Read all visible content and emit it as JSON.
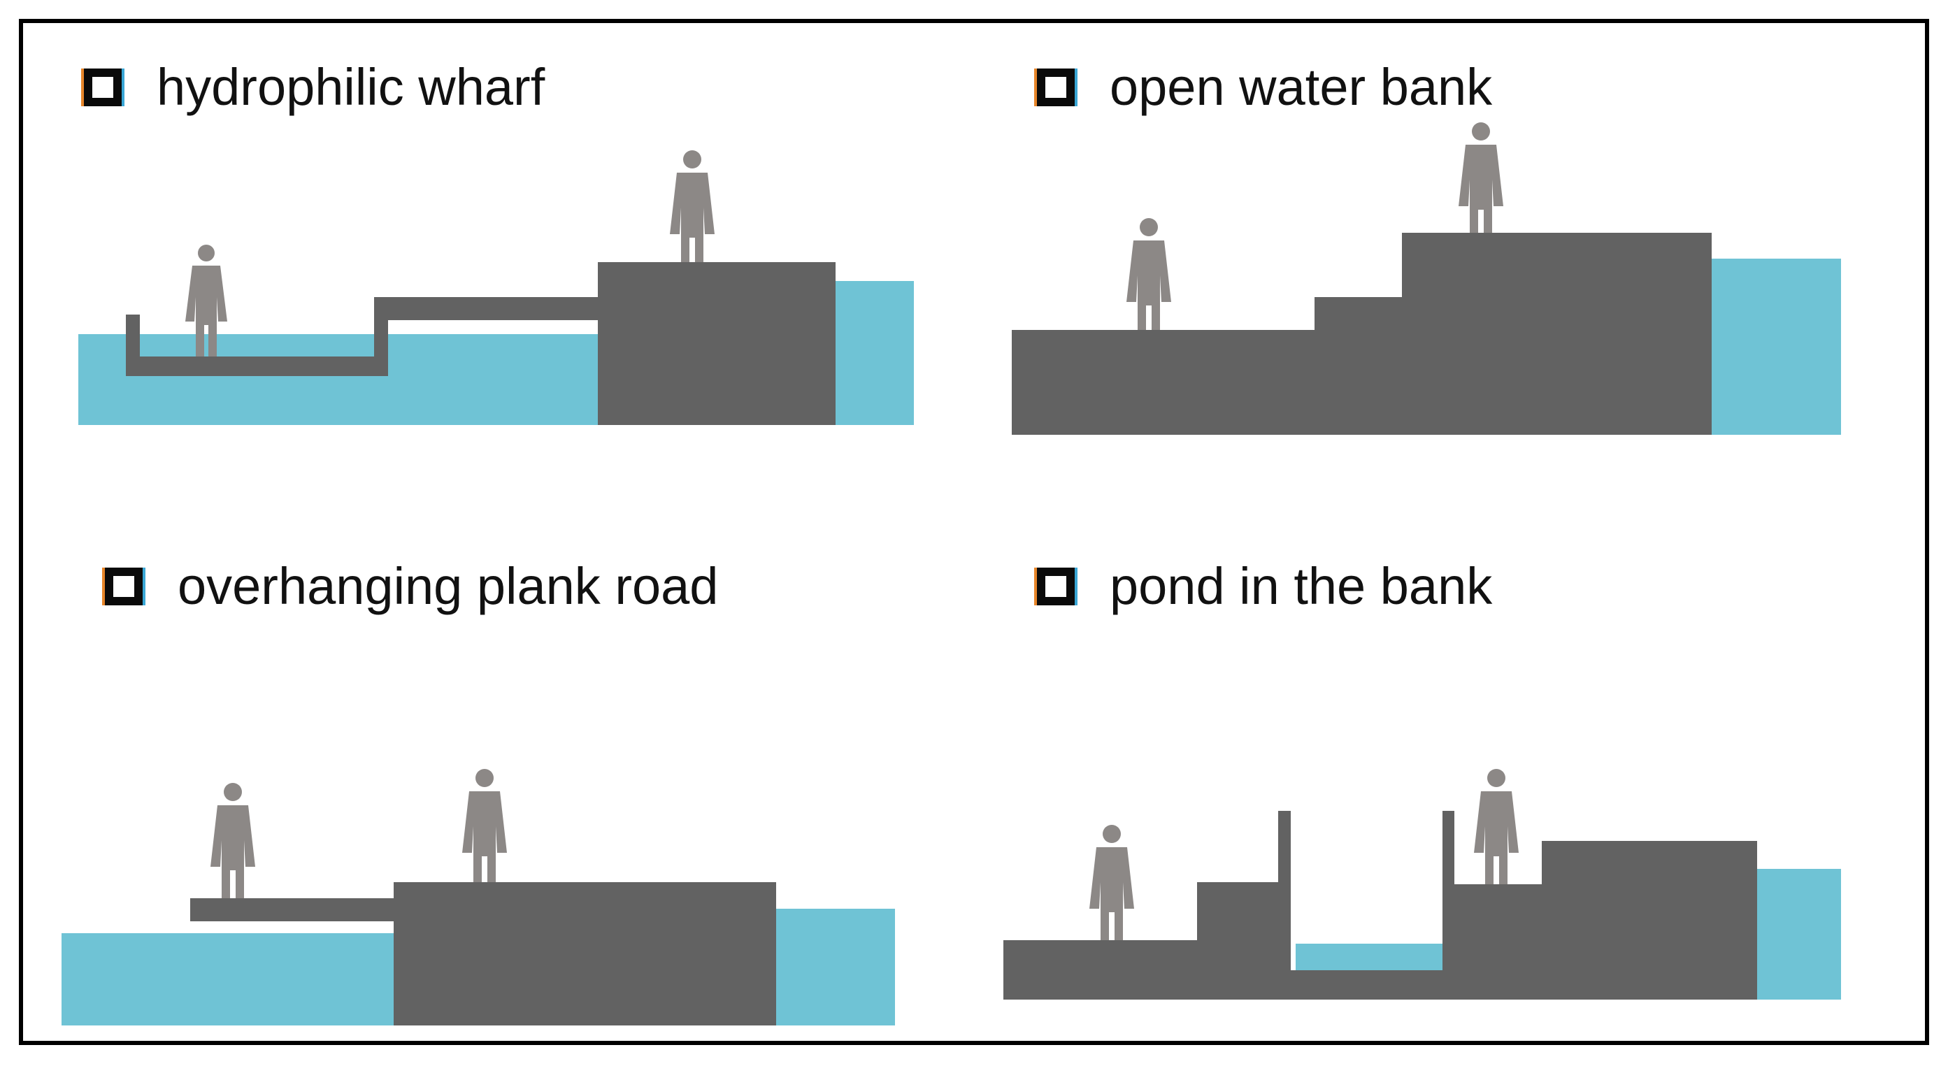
{
  "panels": [
    {
      "id": "hydrophilic-wharf",
      "title": "hydrophilic wharf"
    },
    {
      "id": "open-water-bank",
      "title": "open water bank"
    },
    {
      "id": "overhanging-plank-road",
      "title": "overhanging plank road"
    },
    {
      "id": "pond-in-the-bank",
      "title": "pond in the bank"
    }
  ],
  "colors": {
    "water": "#6fc3d5",
    "ground": "#626262",
    "person": "#8c8886",
    "frame": "#000000"
  }
}
